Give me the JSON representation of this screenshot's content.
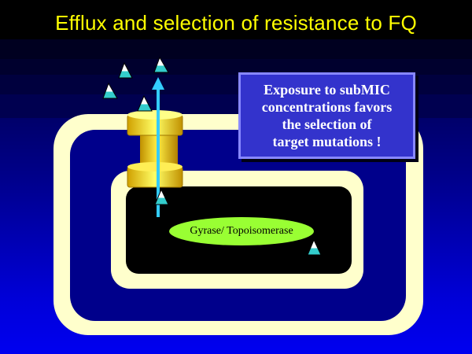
{
  "slide": {
    "title": "Efflux and selection of resistance to FQ"
  },
  "callout": {
    "lines": [
      "Exposure to subMIC",
      "concentrations favors",
      "the selection of",
      "target mutations !"
    ]
  },
  "enzyme": {
    "label": "Gyrase/ Topoisomerase"
  },
  "molecule_icon": "fluoroquinolone-triangle-icon",
  "colors": {
    "title": "#ffff00",
    "cell_envelope": "#ffffcc",
    "cell_periplasm": "#00008b",
    "cytoplasm": "#000000",
    "pump": "#ffd700",
    "efflux_arrow": "#33ccff",
    "enzyme": "#99ff33",
    "callout_fill": "#3333cc",
    "callout_border": "#8888ff"
  }
}
